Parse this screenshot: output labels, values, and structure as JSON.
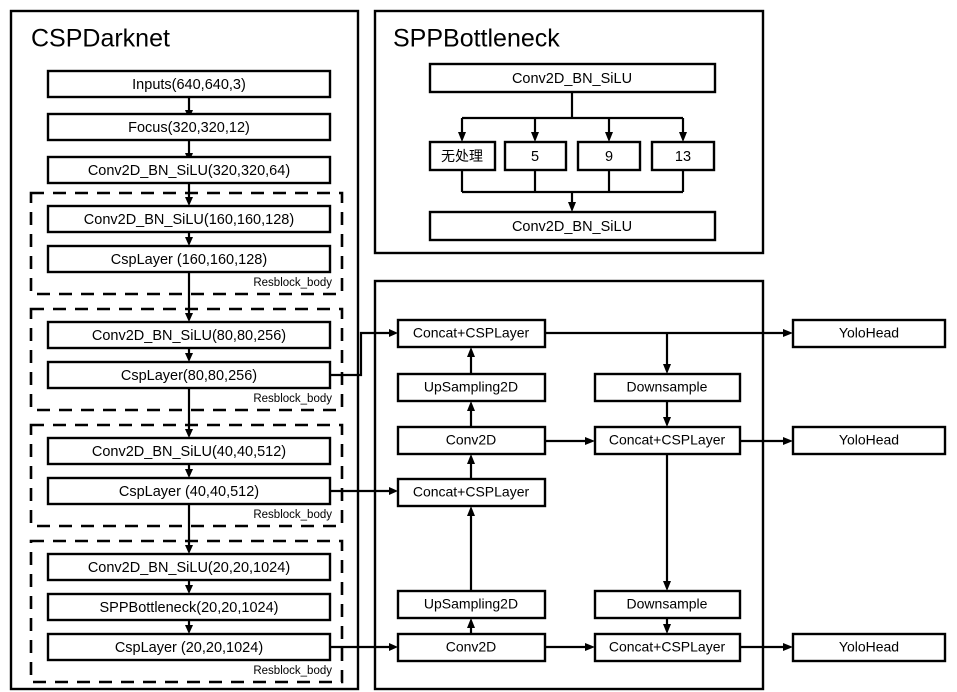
{
  "panels": {
    "backbone": {
      "title": "CSPDarknet"
    },
    "spp": {
      "title": "SPPBottleneck"
    },
    "neck": {
      "title": ""
    }
  },
  "backbone": {
    "stem": [
      {
        "label": "Inputs(640,640,3)"
      },
      {
        "label": "Focus(320,320,12)"
      },
      {
        "label": "Conv2D_BN_SiLU(320,320,64)"
      }
    ],
    "resblocks": [
      {
        "tag": "Resblock_body",
        "boxes": [
          {
            "label": "Conv2D_BN_SiLU(160,160,128)"
          },
          {
            "label": "CspLayer (160,160,128)"
          }
        ]
      },
      {
        "tag": "Resblock_body",
        "boxes": [
          {
            "label": "Conv2D_BN_SiLU(80,80,256)"
          },
          {
            "label": "CspLayer(80,80,256)"
          }
        ]
      },
      {
        "tag": "Resblock_body",
        "boxes": [
          {
            "label": "Conv2D_BN_SiLU(40,40,512)"
          },
          {
            "label": "CspLayer (40,40,512)"
          }
        ]
      },
      {
        "tag": "Resblock_body",
        "boxes": [
          {
            "label": "Conv2D_BN_SiLU(20,20,1024)"
          },
          {
            "label": "SPPBottleneck(20,20,1024)"
          },
          {
            "label": "CspLayer (20,20,1024)"
          }
        ]
      }
    ]
  },
  "spp": {
    "input_box": {
      "label": "Conv2D_BN_SiLU"
    },
    "branches": [
      {
        "label": "无处理"
      },
      {
        "label": "5"
      },
      {
        "label": "9"
      },
      {
        "label": "13"
      }
    ],
    "output_box": {
      "label": "Conv2D_BN_SiLU"
    }
  },
  "neck": {
    "boxes": {
      "concat_p5": "Concat+CSPLayer",
      "upsample_top": "UpSampling2D",
      "conv2d_top": "Conv2D",
      "concat_p4_left": "Concat+CSPLayer",
      "upsample_bottom": "UpSampling2D",
      "conv2d_bottom": "Conv2D",
      "downsample_top": "Downsample",
      "concat_mid_right": "Concat+CSPLayer",
      "downsample_bottom": "Downsample",
      "concat_bottom_right": "Concat+CSPLayer"
    }
  },
  "heads": [
    {
      "label": "YoloHead"
    },
    {
      "label": "YoloHead"
    },
    {
      "label": "YoloHead"
    }
  ],
  "colors": {
    "stroke": "#000000",
    "background": "#ffffff",
    "box_fill": "#ffffff"
  }
}
